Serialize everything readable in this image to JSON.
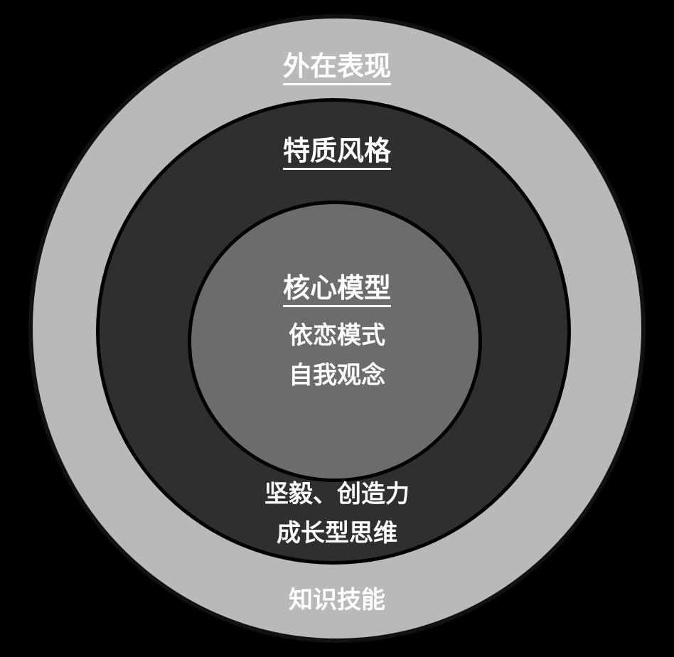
{
  "diagram": {
    "outer": {
      "title": "外在表现",
      "text": "知识技能"
    },
    "middle": {
      "title": "特质风格",
      "lines": [
        "坚毅、创造力",
        "成长型思维"
      ]
    },
    "core": {
      "title": "核心模型",
      "lines": [
        "依恋模式",
        "自我观念"
      ]
    }
  },
  "colors": {
    "background": "#000000",
    "outer_ring": "#b9b9b9",
    "middle_ring": "#2f2f2f",
    "inner_circle": "#6c6c6c",
    "text": "#ffffff"
  }
}
